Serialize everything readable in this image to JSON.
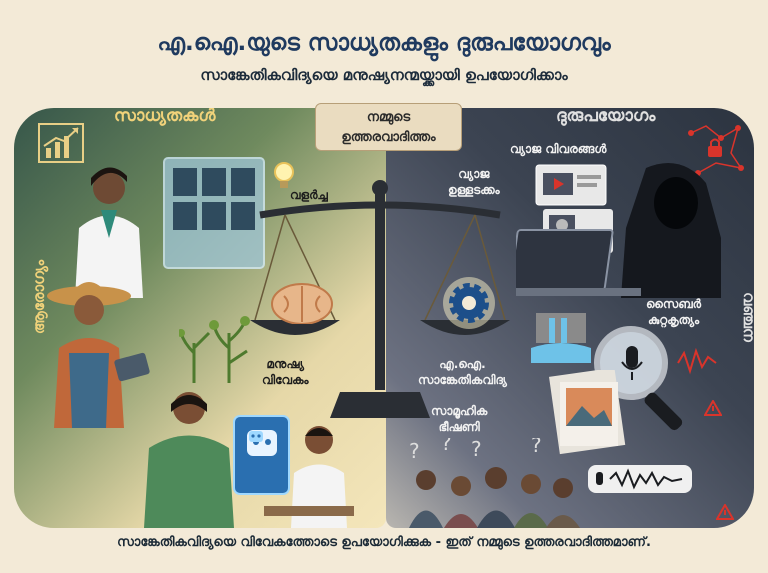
{
  "header": {
    "title": "എ.ഐ.യുടെ സാധ്യതകളും ദുരുപയോഗവും",
    "subtitle": "സാങ്കേതികവിദ്യയെ മനുഷ്യനന്മയ്ക്കായി ഉപയോഗിക്കാം"
  },
  "center": {
    "responsibility_line1": "നമ്മുടെ",
    "responsibility_line2": "ഉത്തരവാദിത്തം"
  },
  "left": {
    "heading": "സാധ്യതകൾ",
    "side_label": "ആരോഗ്യം",
    "growth_label": "വളർച്ച",
    "wisdom_line1": "മനുഷ്യ",
    "wisdom_line2": "വിവേകം"
  },
  "right": {
    "heading": "ദുരുപയോഗം",
    "side_label": "വഞ്ചന",
    "fake_details": "വ്യാജ വിവരങ്ങൾ",
    "fake_content_line1": "വ്യാജ",
    "fake_content_line2": "ഉള്ളടക്കം",
    "cyber_line1": "സൈബർ",
    "cyber_line2": "കുറ്റകൃത്യം",
    "ai_line1": "എ.ഐ.",
    "ai_line2": "സാങ്കേതികവിദ്യ",
    "social_line1": "സാമൂഹിക",
    "social_line2": "ഭീഷണി"
  },
  "footer": {
    "text": "സാങ്കേതികവിദ്യയെ വിവേകത്തോടെ ഉപയോഗിക്കുക - ഇത് നമ്മുടെ ഉത്തരവാദിത്തമാണ്."
  },
  "colors": {
    "title": "#1f3a5f",
    "left_accent": "#f0d27a",
    "right_accent": "#d8d8d8",
    "danger": "#d9342b"
  },
  "icons": [
    "chart-growth-icon",
    "lightbulb-icon",
    "brain-icon",
    "gear-icon",
    "lock-icon",
    "warning-icon",
    "microphone-icon",
    "magnifier-icon",
    "video-icon",
    "robot-icon"
  ]
}
